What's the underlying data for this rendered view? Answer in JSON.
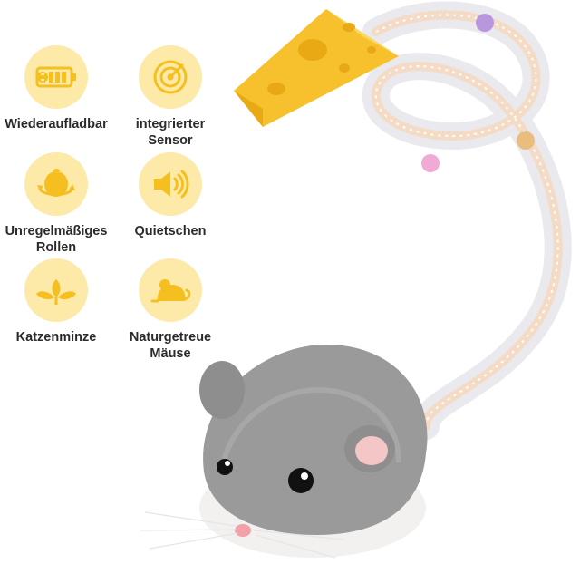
{
  "features": [
    {
      "label": "Wiederaufladbar",
      "icon": "battery-icon"
    },
    {
      "label": "integrierter\nSensor",
      "icon": "sensor-icon"
    },
    {
      "label": "Unregelmäßiges\nRollen",
      "icon": "rolling-icon"
    },
    {
      "label": "Quietschen",
      "icon": "speaker-icon"
    },
    {
      "label": "Katzenminze",
      "icon": "catnip-leaf-icon"
    },
    {
      "label": "Naturgetreue\nMäuse",
      "icon": "mouse-icon"
    }
  ],
  "colors": {
    "icon_bg": "#fde9a8",
    "icon_fg": "#f5bf1f",
    "text": "#2b2b2b",
    "cheese": "#f7c12e",
    "mouse_fur": "#9a9a9a",
    "mouse_belly": "#f3f1ef"
  }
}
